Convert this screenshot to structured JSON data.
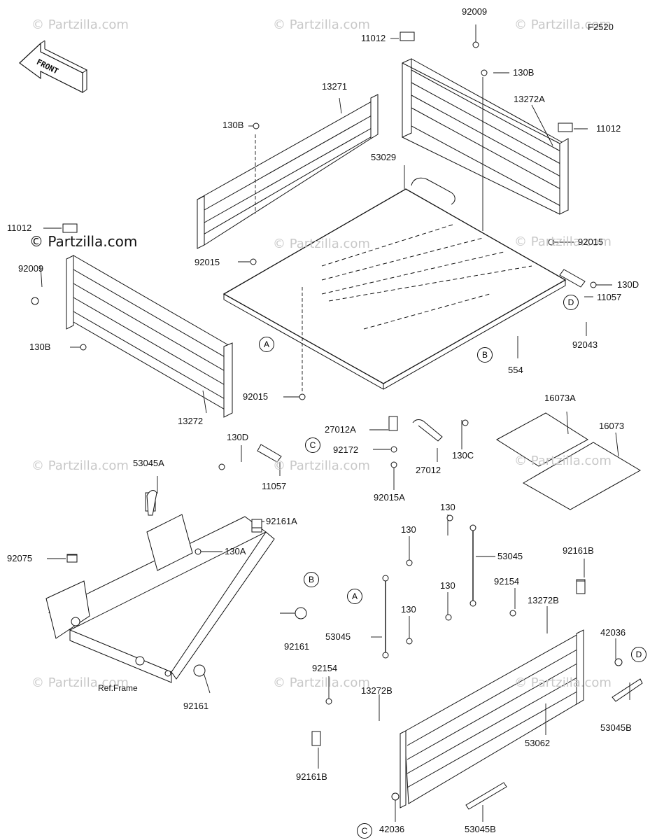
{
  "figure_code": "F2520",
  "front_label": "FRONT",
  "watermarks": [
    "© Partzilla.com",
    "© Partzilla.com",
    "© Partzilla.com",
    "© Partzilla.com",
    "© Partzilla.com",
    "© Partzilla.com",
    "© Partzilla.com",
    "© Partzilla.com",
    "© Partzilla.com",
    "© Partzilla.com",
    "© Partzilla.com"
  ],
  "watermark_main": "© Partzilla.com",
  "ref_frame": "Ref.Frame",
  "callouts": [
    "A",
    "B",
    "C",
    "D",
    "A",
    "B",
    "C",
    "D"
  ],
  "parts": {
    "p92009a": "92009",
    "p11012a": "11012",
    "p130Ba": "130B",
    "p13272A": "13272A",
    "p11012b": "11012",
    "p13271": "13271",
    "p130Bb": "130B",
    "p53029": "53029",
    "p11012c": "11012",
    "p92015a": "92015",
    "p92009b": "92009",
    "p92015b": "92015",
    "p130Da": "130D",
    "p11057a": "11057",
    "p130Bc": "130B",
    "p92043": "92043",
    "p554": "554",
    "p92015c": "92015",
    "p13272": "13272",
    "p16073A": "16073A",
    "p16073": "16073",
    "p27012A": "27012A",
    "p130Db": "130D",
    "p92172": "92172",
    "p130C": "130C",
    "p27012": "27012",
    "p11057b": "11057",
    "p92015A": "92015A",
    "p53045A": "53045A",
    "p92161A": "92161A",
    "p130": "130",
    "p92075": "92075",
    "p130A": "130A",
    "p53045a": "53045",
    "p92161B": "92161B",
    "p130b": "130",
    "p130c": "130",
    "p92154a": "92154",
    "p13272Ba": "13272B",
    "p92161a": "92161",
    "p130d": "130",
    "p53045b": "53045",
    "p42036a": "42036",
    "p92161b": "92161",
    "p92154b": "92154",
    "p13272Bb": "13272B",
    "p53062": "53062",
    "p53045Ba": "53045B",
    "p92161Bb": "92161B",
    "p42036b": "42036",
    "p53045Bb": "53045B"
  }
}
